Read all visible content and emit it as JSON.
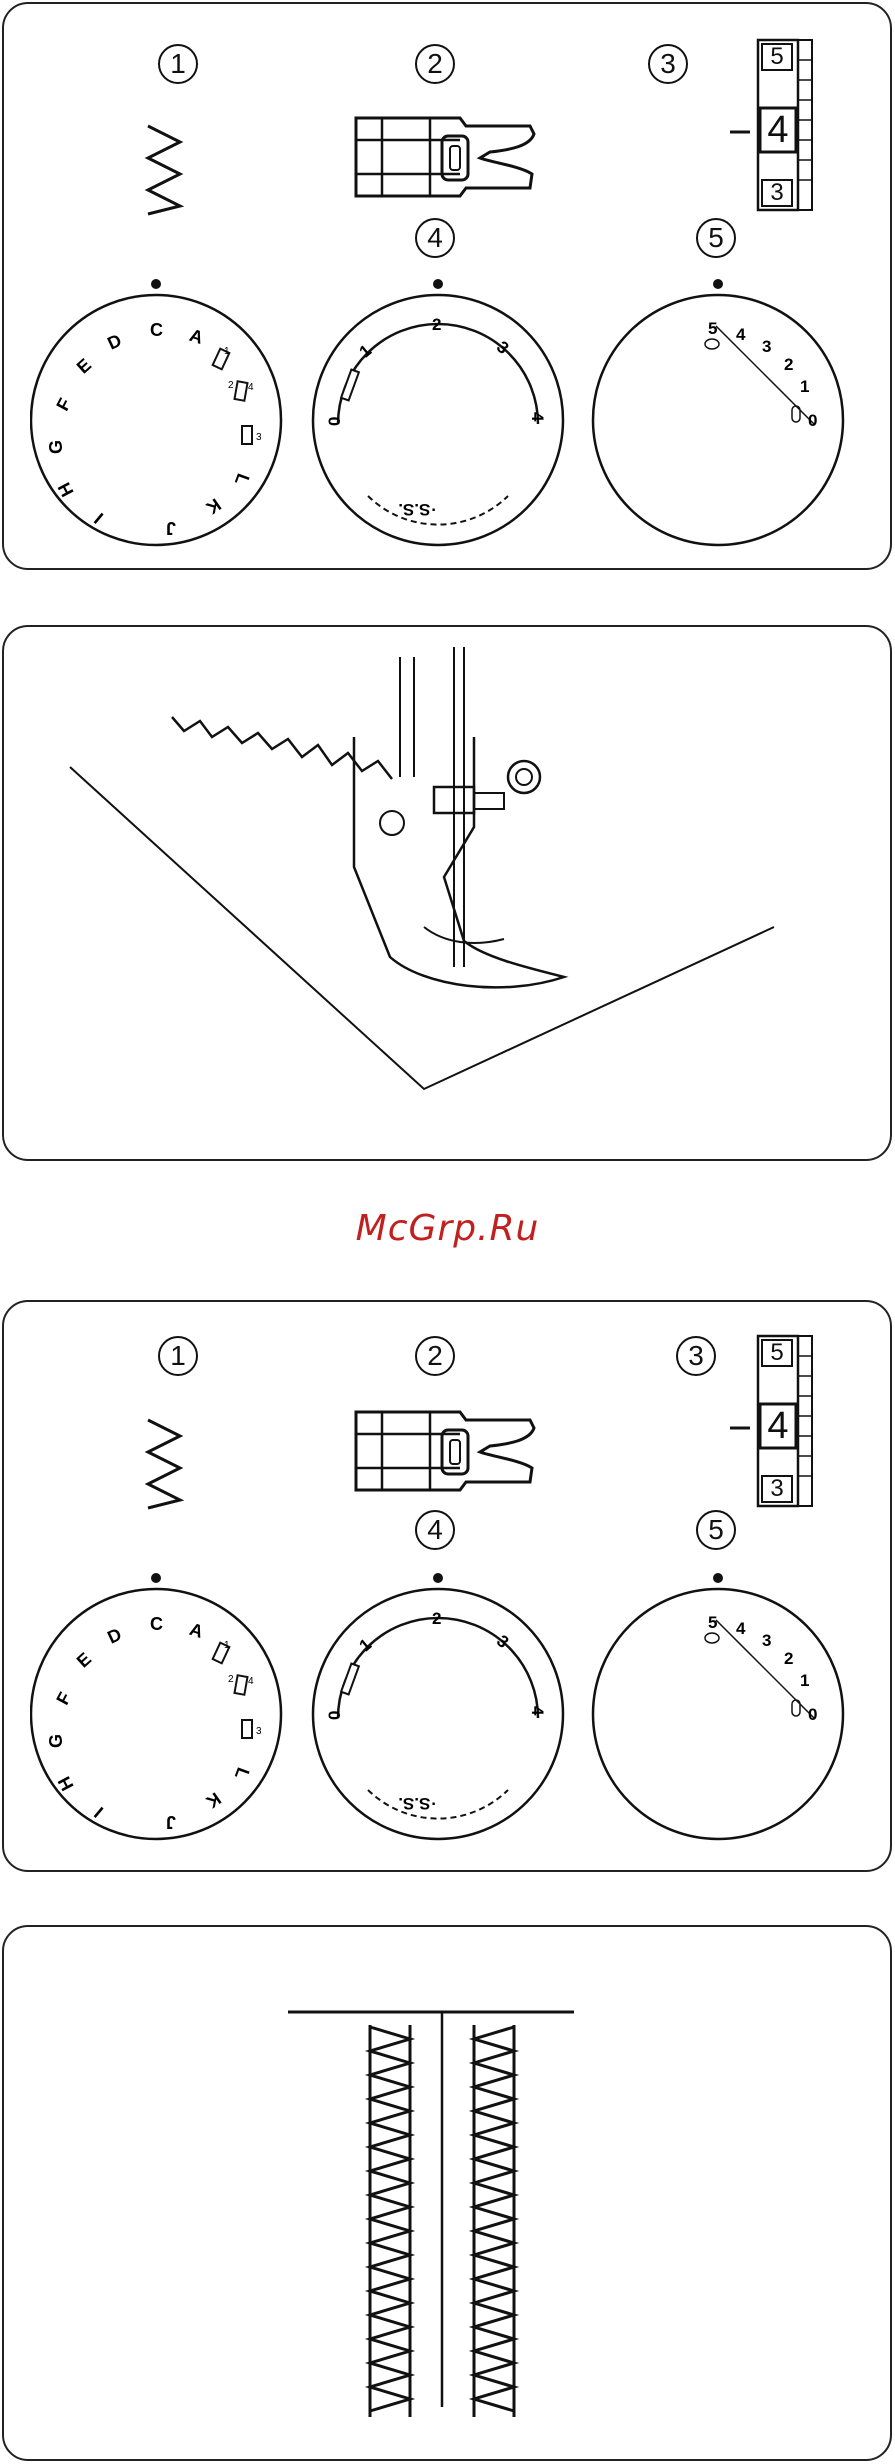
{
  "watermark": "McGrp.Ru",
  "settings_panels": [
    {
      "numbers": [
        "1",
        "2",
        "3",
        "4",
        "5"
      ],
      "stitch_length_scale": [
        "5",
        "4",
        "3"
      ],
      "pattern_dial_letters": [
        "C",
        "A",
        "D",
        "E",
        "F",
        "G",
        "H",
        "I",
        "J",
        "K",
        "L"
      ],
      "pattern_dial_small": [
        "1",
        "2",
        "4",
        "3"
      ],
      "width_dial_marks": [
        "0",
        "1",
        "2",
        "3",
        "4"
      ],
      "width_dial_ss": "·S.S.",
      "length_dial_marks": [
        "5",
        "4",
        "3",
        "2",
        "1",
        "0"
      ]
    },
    {
      "numbers": [
        "1",
        "2",
        "3",
        "4",
        "5"
      ],
      "stitch_length_scale": [
        "5",
        "4",
        "3"
      ],
      "pattern_dial_letters": [
        "C",
        "A",
        "D",
        "E",
        "F",
        "G",
        "H",
        "I",
        "J",
        "K",
        "L"
      ],
      "pattern_dial_small": [
        "1",
        "2",
        "4",
        "3"
      ],
      "width_dial_marks": [
        "0",
        "1",
        "2",
        "3",
        "4"
      ],
      "width_dial_ss": "·S.S.",
      "length_dial_marks": [
        "5",
        "4",
        "3",
        "2",
        "1",
        "0"
      ]
    }
  ],
  "icons": {
    "zigzag": "zigzag-stitch-icon",
    "foot": "presser-foot-icon",
    "scale": "stitch-length-scale-icon",
    "pattern_dial": "pattern-selector-dial-icon",
    "width_dial": "stitch-width-dial-icon",
    "length_dial": "stitch-length-dial-icon",
    "sewing": "sewing-zigzag-illustration",
    "buttonhole": "buttonhole-stitch-illustration"
  }
}
